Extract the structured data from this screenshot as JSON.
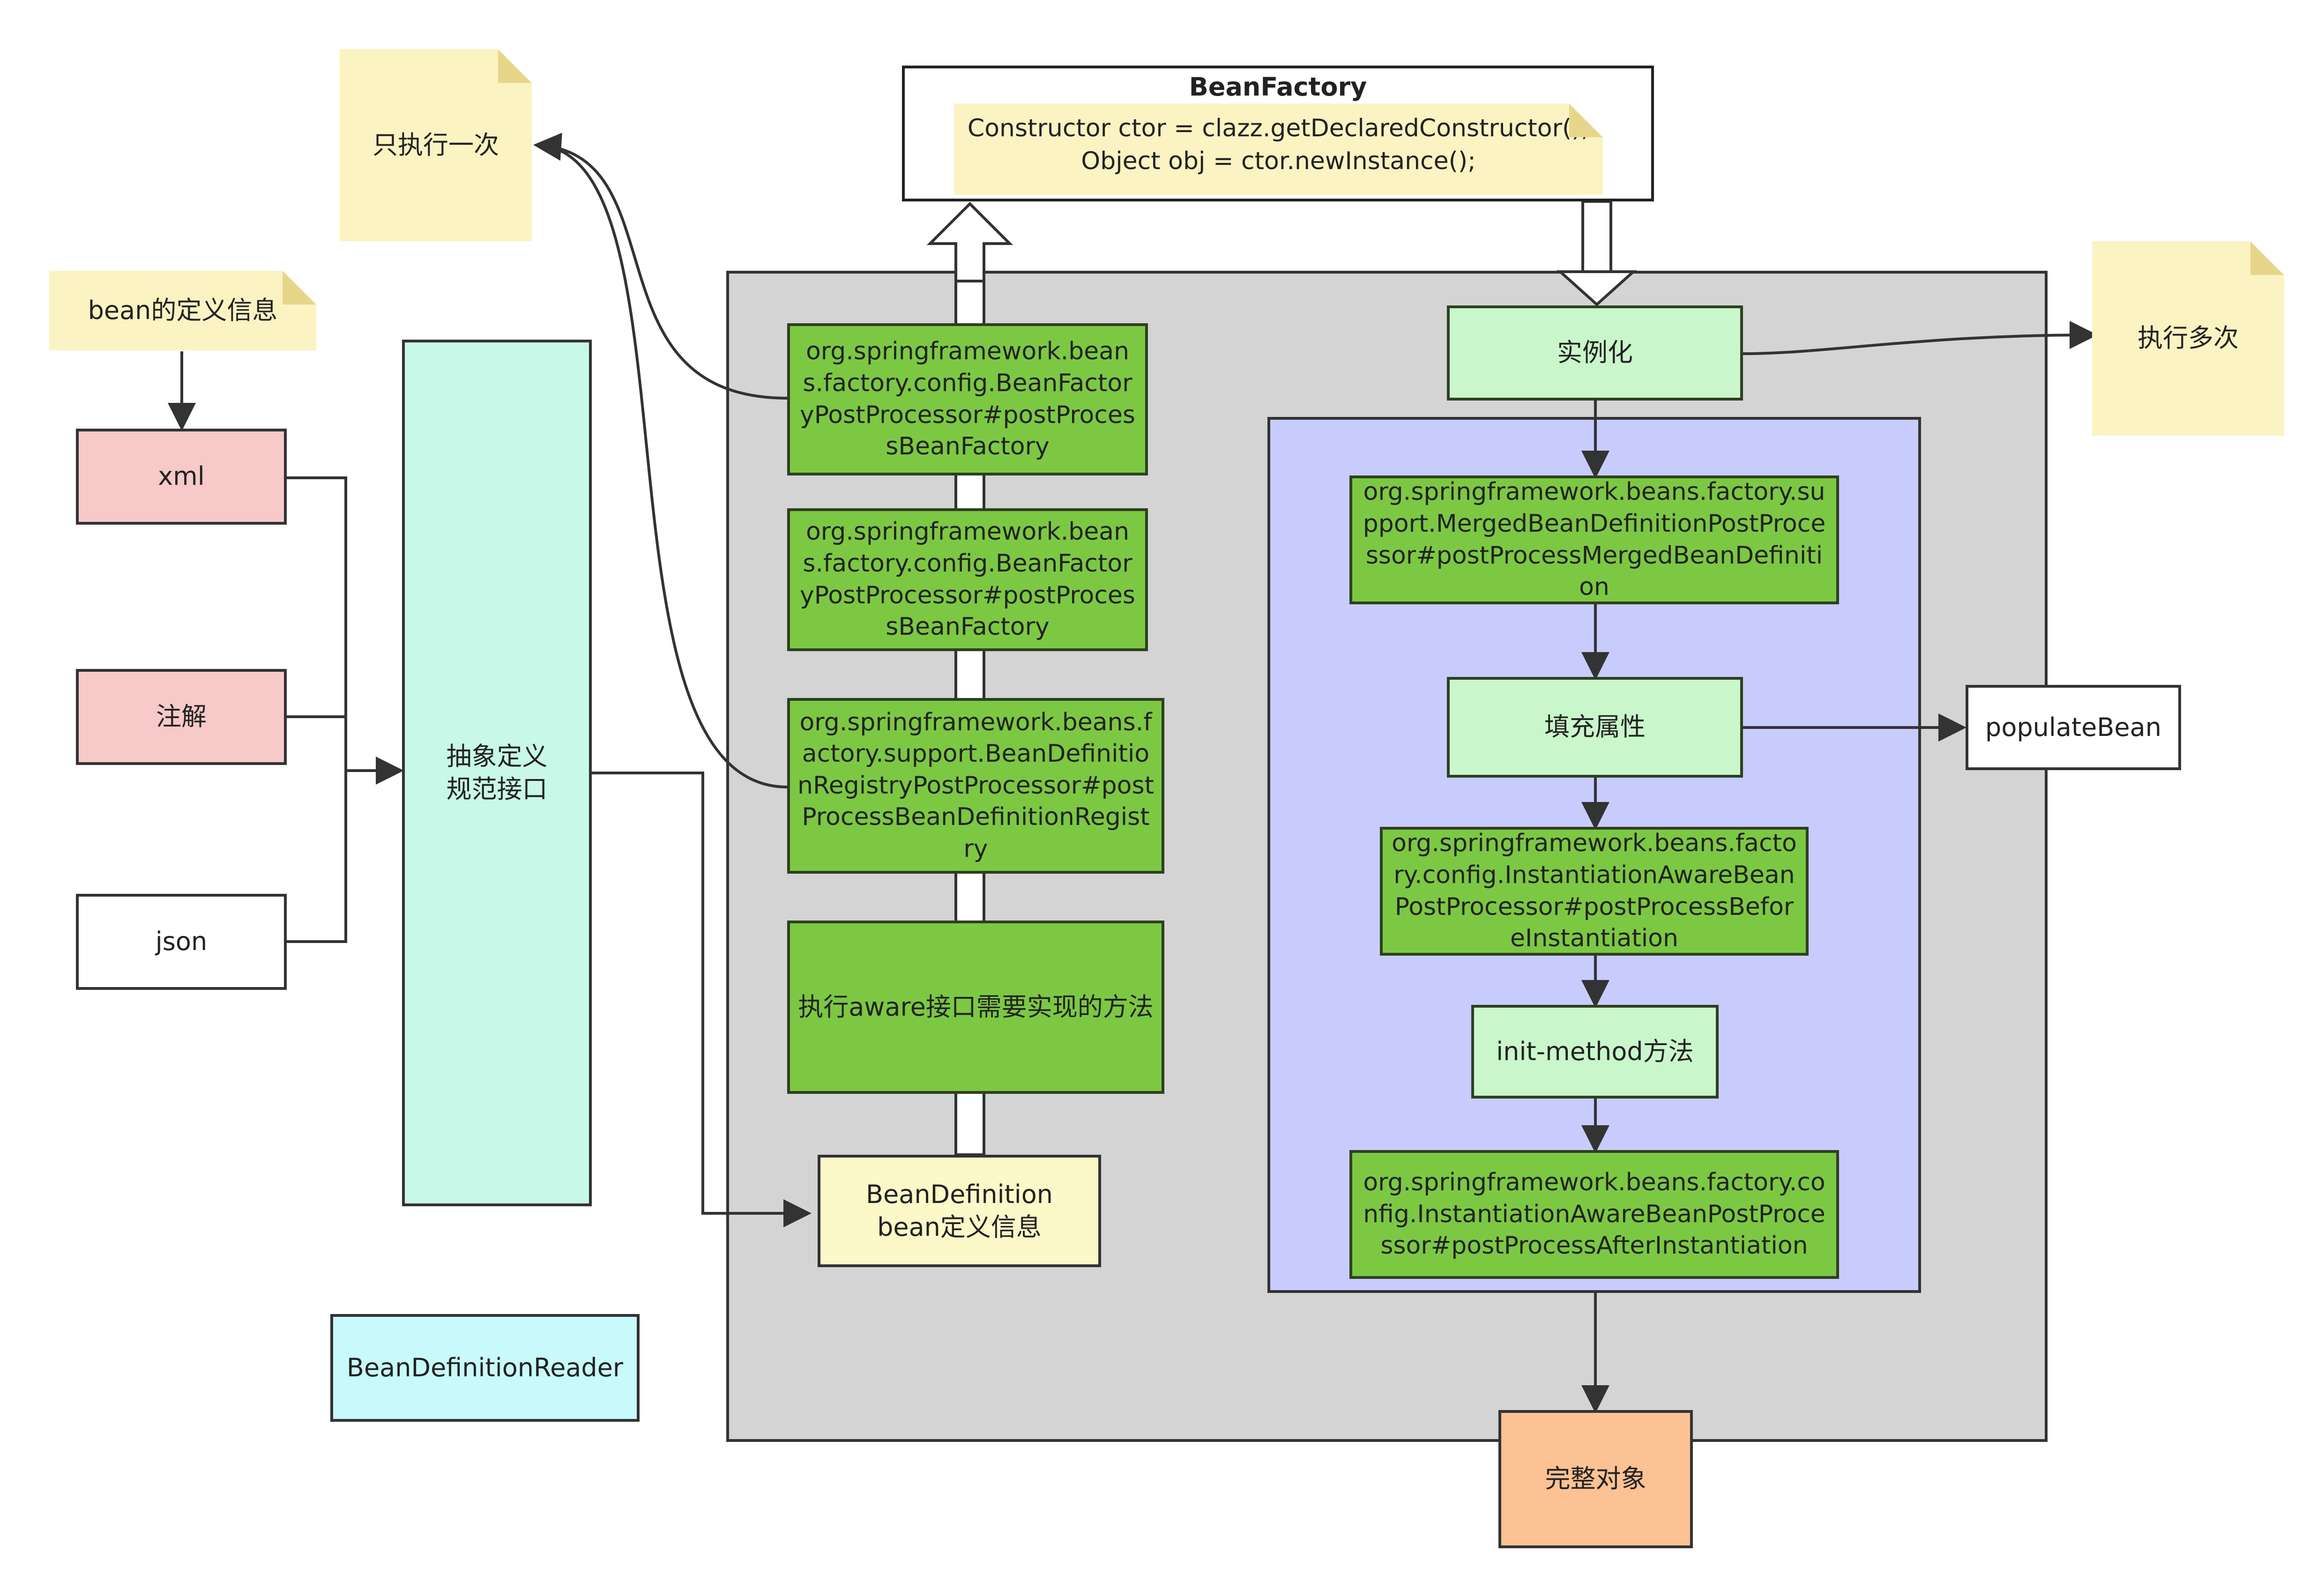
{
  "notes": {
    "once": "只执行一次",
    "bean_def_info": "bean的定义信息",
    "many": "执行多次"
  },
  "bean_factory": {
    "title": "BeanFactory",
    "code_line1": "Constructor ctor = clazz.getDeclaredConstructor();",
    "code_line2": "Object obj = ctor.newInstance();"
  },
  "sources": {
    "xml": "xml",
    "annotation": "注解",
    "json": "json"
  },
  "abstract_interface": "抽象定义规范接口",
  "bean_definition_reader": "BeanDefinitionReader",
  "left_column": {
    "bfpp1": "org.springframework.beans.factory.config.BeanFactoryPostProcessor#postProcessBeanFactory",
    "bfpp2": "org.springframework.beans.factory.config.BeanFactoryPostProcessor#postProcessBeanFactory",
    "bdrpp": "org.springframework.beans.factory.support.BeanDefinitionRegistryPostProcessor#postProcessBeanDefinitionRegistry",
    "aware": "执行aware接口需要实现的方法",
    "bean_definition_line1": "BeanDefinition",
    "bean_definition_line2": "bean定义信息"
  },
  "right_column": {
    "instantiate": "实例化",
    "merged": "org.springframework.beans.factory.support.MergedBeanDefinitionPostProcessor#postProcessMergedBeanDefinition",
    "populate": "填充属性",
    "before_inst": "org.springframework.beans.factory.config.InstantiationAwareBeanPostProcessor#postProcessBeforeInstantiation",
    "init_method": "init-method方法",
    "after_inst": "org.springframework.beans.factory.config.InstantiationAwareBeanPostProcessor#postProcessAfterInstantiation",
    "complete": "完整对象"
  },
  "populate_bean": "populateBean",
  "colors": {
    "container": "#d4d4d4",
    "inner_panel": "#c8ccfc",
    "green": "#7cc843",
    "light_green": "#c9f7cb",
    "note": "#fbf3c2",
    "pink": "#f7c9c9",
    "orange": "#fbc293",
    "cyan_light": "#c8f8e8",
    "bean_definition": "#fdf8c8",
    "reader": "#c8fafc"
  }
}
